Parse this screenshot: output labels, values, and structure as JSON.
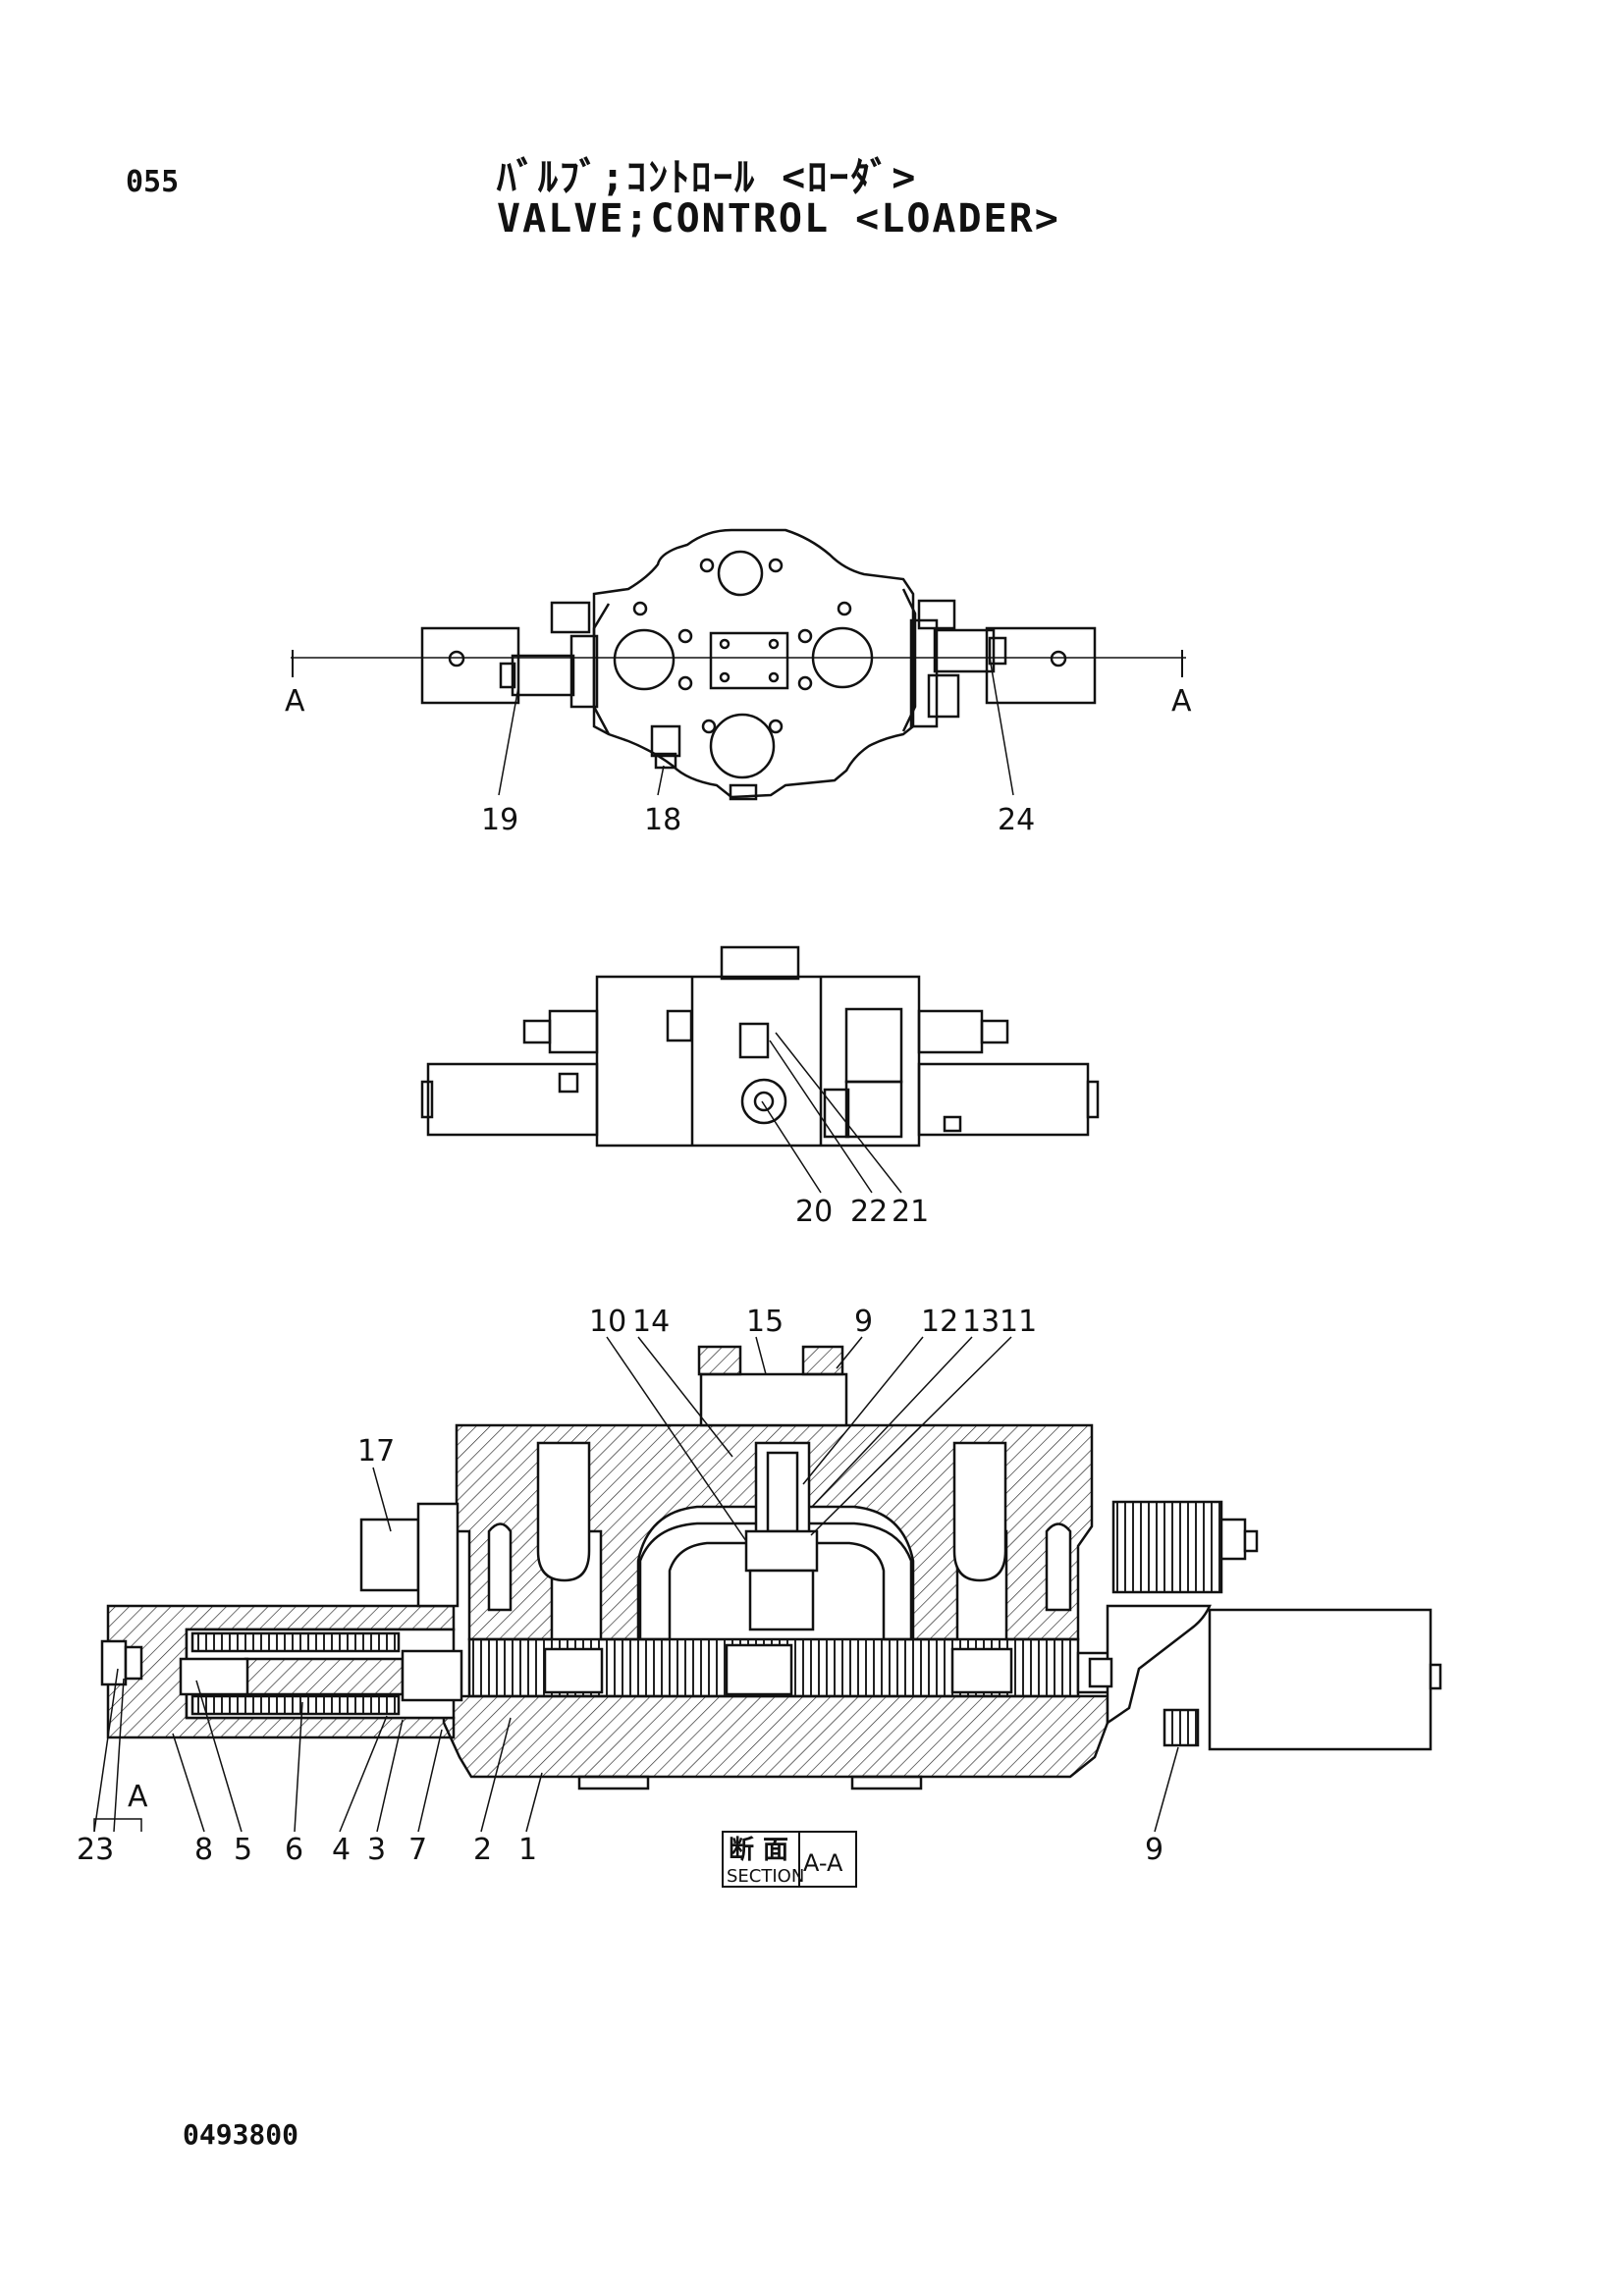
{
  "header": {
    "page_number": "055",
    "title_jp": "ﾊﾞﾙﾌﾞ;ｺﾝﾄﾛｰﾙ <ﾛｰﾀﾞ>",
    "title_en": "VALVE;CONTROL <LOADER>"
  },
  "footer": {
    "drawing_number": "0493800"
  },
  "views": {
    "top_view": {
      "section_mark_left": "A",
      "section_mark_right": "A",
      "callouts": [
        "19",
        "18",
        "24"
      ]
    },
    "front_view": {
      "callouts": [
        "20",
        "22",
        "21"
      ]
    },
    "section_view": {
      "top_callouts": [
        "10",
        "14",
        "15",
        "9",
        "12",
        "13",
        "11"
      ],
      "side_callout": "17",
      "detail_mark": "A",
      "bottom_callouts": [
        "23",
        "8",
        "5",
        "6",
        "4",
        "3",
        "7",
        "2",
        "1"
      ],
      "right_callout": "9",
      "section_stamp": {
        "jp": "断 面",
        "en": "SECTION",
        "label": "A-A"
      }
    }
  },
  "colors": {
    "ink": "#111111",
    "paper": "#ffffff"
  }
}
